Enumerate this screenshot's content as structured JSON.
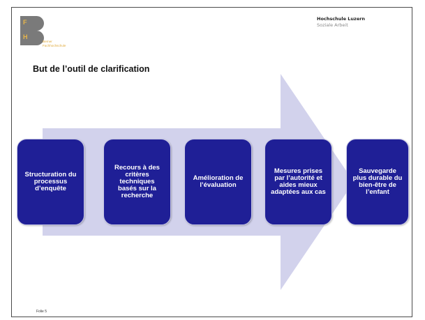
{
  "logo": {
    "letter_top": "F",
    "letter_bottom": "H",
    "text_line1": "Berner",
    "text_line2": "Fachhochschule"
  },
  "institution": {
    "name": "Hochschule Luzern",
    "department": "Soziale Arbeit"
  },
  "slide_title": "But de l’outil de clarification",
  "steps": [
    {
      "label": "Structuration du processus d’enquête"
    },
    {
      "label": "Recours à des critères techniques basés sur la recherche"
    },
    {
      "label": "Amélioration de l’évaluation"
    },
    {
      "label": "Mesures prises par l’autorité et aides mieux adaptées aux cas"
    },
    {
      "label": "Sauvegarde plus durable du bien-être de l’enfant"
    }
  ],
  "footer": {
    "text": "Folie  5"
  },
  "colors": {
    "arrow": "#d2d2ec",
    "box": "#1f1f96",
    "box_text": "#ffffff",
    "logo_gray": "#7a7a7a",
    "logo_gold": "#e7b54a"
  }
}
